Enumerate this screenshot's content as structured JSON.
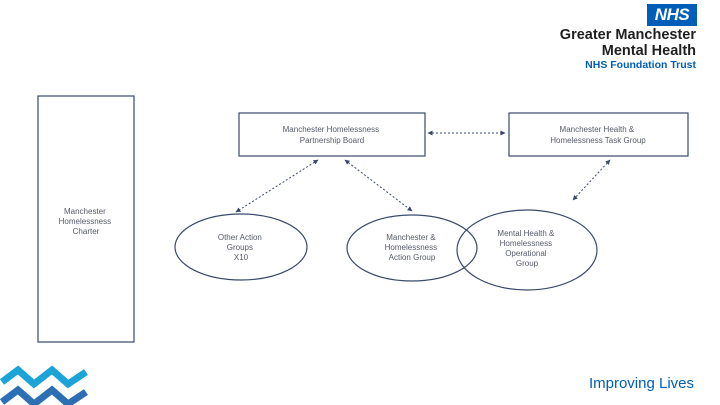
{
  "header": {
    "nhs_logo_text": "NHS",
    "org_name_line1": "Greater Manchester",
    "org_name_line2": "Mental Health",
    "org_subtitle": "NHS Foundation Trust"
  },
  "footer": {
    "slogan": "Improving Lives"
  },
  "diagram": {
    "nodes": {
      "charter": [
        "Manchester",
        "Homelessness",
        "Charter"
      ],
      "partnership_board": [
        "Manchester Homelessness",
        "Partnership Board"
      ],
      "task_group": [
        "Manchester Health &",
        "Homelessness Task Group"
      ],
      "other_groups": [
        "Other Action",
        "Groups",
        "X10"
      ],
      "action_group": [
        "Manchester &",
        "Homelessness",
        "Action Group"
      ],
      "operational_group": [
        "Mental Health &",
        "Homelessness",
        "Operational",
        "Group"
      ]
    }
  },
  "colors": {
    "nhs_blue": "#005eb8",
    "diagram_stroke": "#3a4a6b",
    "logo_chevron": "#1aa4d8"
  }
}
